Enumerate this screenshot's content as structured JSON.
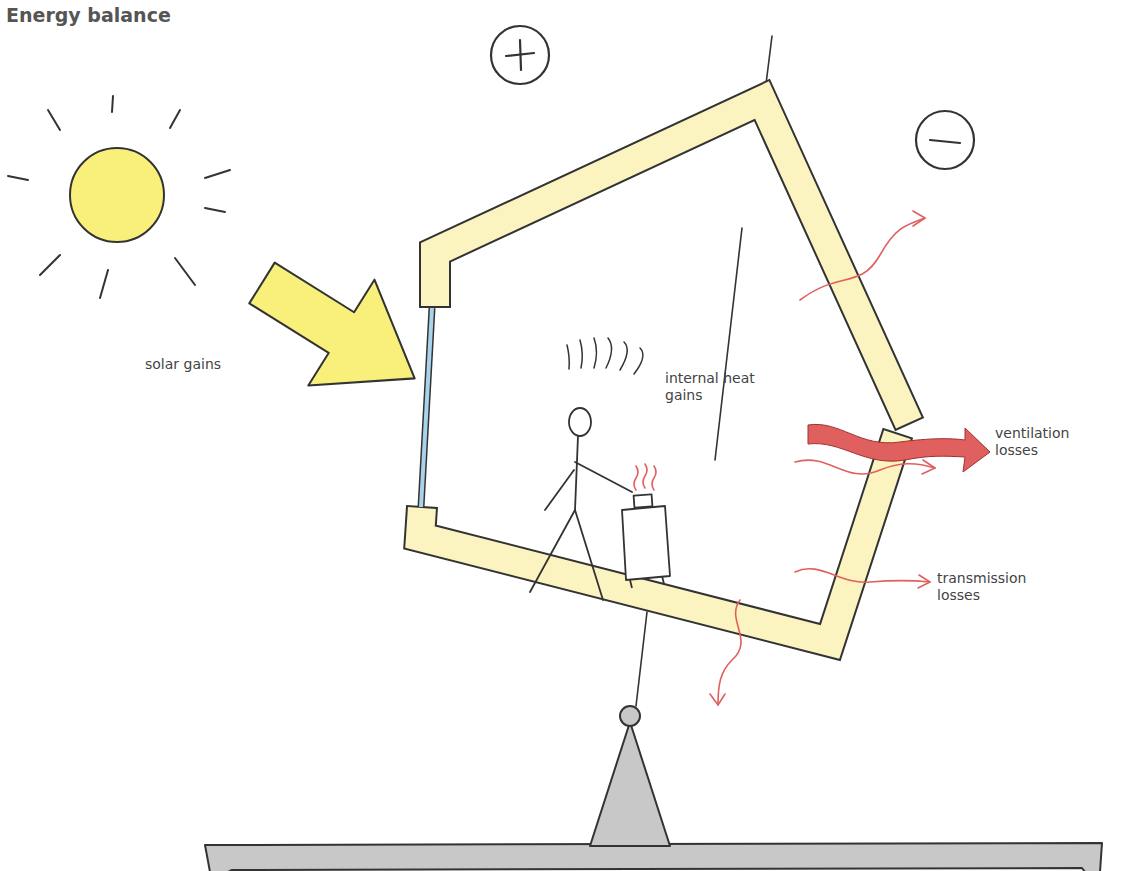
{
  "diagram": {
    "title": "Energy balance",
    "labels": [
      "solar gains",
      "internal heat gains",
      "ventilation losses",
      "transmission losses"
    ]
  }
}
